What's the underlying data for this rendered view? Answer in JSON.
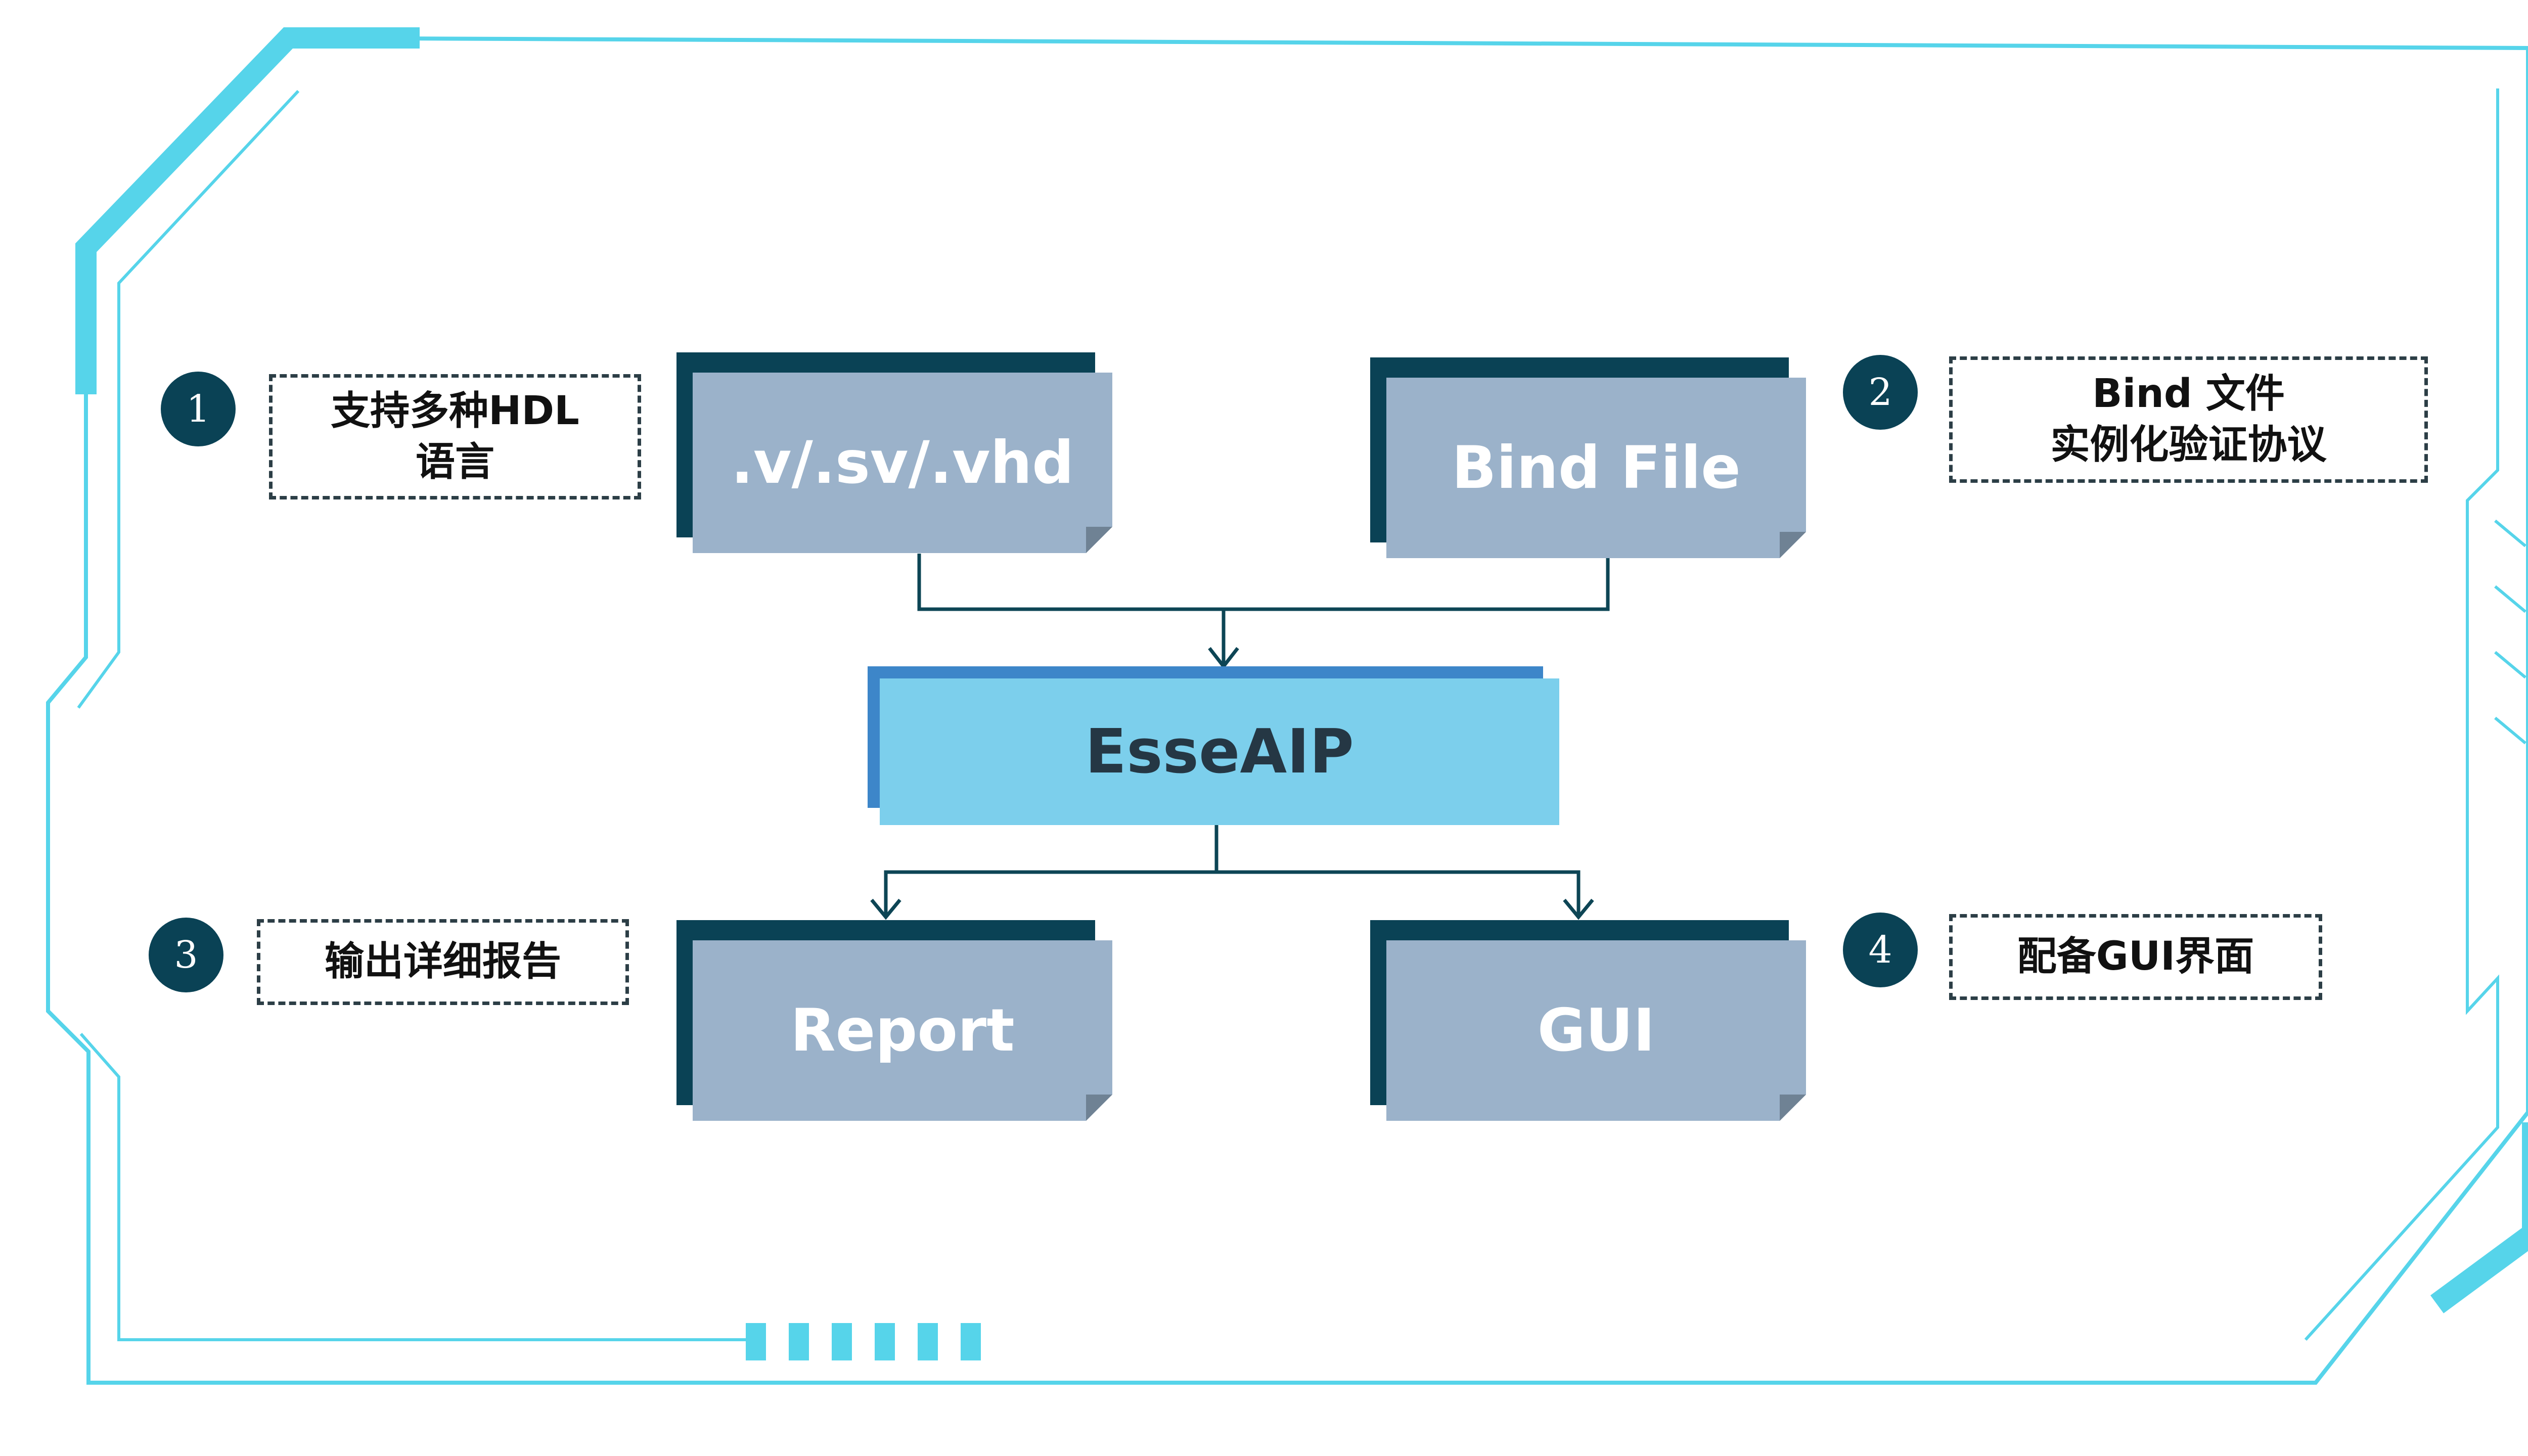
{
  "colors": {
    "frame": "#56d4ea",
    "file_shadow": "#0a4255",
    "file_face": "#9bb2ca",
    "main_face": "#7ccfec",
    "main_shadow": "#3d86c9",
    "connector": "#0d4555",
    "badge": "#0a4255"
  },
  "inputs": {
    "source": ".v/.sv/.vhd",
    "bind": "Bind File"
  },
  "core": {
    "label": "EsseAIP"
  },
  "outputs": {
    "report": "Report",
    "gui": "GUI"
  },
  "notes": [
    {
      "number": "1",
      "lines": [
        "支持多种HDL",
        "语言"
      ]
    },
    {
      "number": "2",
      "lines": [
        "Bind 文件",
        "实例化验证协议"
      ]
    },
    {
      "number": "3",
      "lines": [
        "输出详细报告"
      ]
    },
    {
      "number": "4",
      "lines": [
        "配备GUI界面"
      ]
    }
  ]
}
